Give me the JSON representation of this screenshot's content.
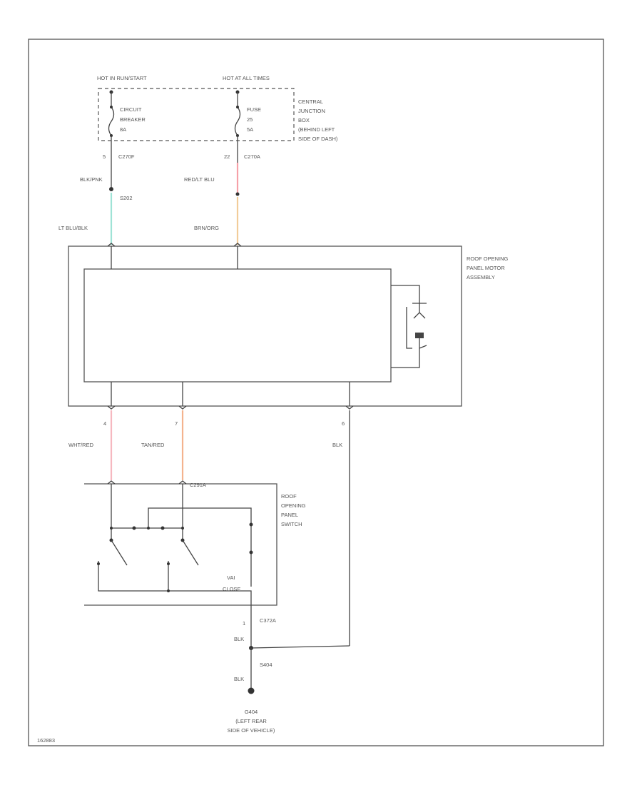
{
  "labels": {
    "hot_in_run": "HOT IN RUN/START",
    "hot_at_all": "HOT AT ALL TIMES",
    "circuit_breaker": [
      "CIRCUIT",
      "BREAKER",
      "8A"
    ],
    "fuse": [
      "FUSE",
      "25",
      "5A"
    ],
    "central_junction": [
      "CENTRAL",
      "JUNCTION",
      "BOX",
      "(BEHIND LEFT",
      "SIDE OF DASH)"
    ],
    "conn_left_pin": "5",
    "conn_left": "C270F",
    "conn_right_pin": "22",
    "conn_right": "C270A",
    "wire_blk_pnk": "BLK/PNK",
    "wire_red_lt_blu": "RED/LT BLU",
    "splice_s202": "S202",
    "wire_lt_blu_blk": "LT BLU/BLK",
    "wire_brn_org": "BRN/ORG",
    "motor_assembly": [
      "ROOF OPENING",
      "PANEL MOTOR",
      "ASSEMBLY"
    ],
    "pin_4": "4",
    "pin_7": "7",
    "pin_6": "6",
    "wire_wht_red": "WHT/RED",
    "wire_tan_red": "TAN/RED",
    "wire_blk": "BLK",
    "switch_conn": "C291A",
    "switch": [
      "ROOF",
      "OPENING",
      "PANEL",
      "SWITCH"
    ],
    "vent_close": [
      "VAI",
      "CLOSE"
    ],
    "ground_conn_pin": "1",
    "ground_conn": "C372A",
    "wire_blk_lower": "BLK",
    "splice_s404": "S404",
    "wire_blk_bottom": "BLK",
    "ground_g404": "G404",
    "ground_location": [
      "(LEFT REAR",
      "SIDE OF VEHICLE)"
    ],
    "figure_id": "162883"
  },
  "colors": {
    "wire_lt_blu_blk": "#9fe3d6",
    "wire_red_lt_blu": "#f6a0a8",
    "wire_brn_org": "#f2cc99",
    "wire_wht_red": "#f6b8c0",
    "wire_tan_red": "#f4b38e"
  }
}
